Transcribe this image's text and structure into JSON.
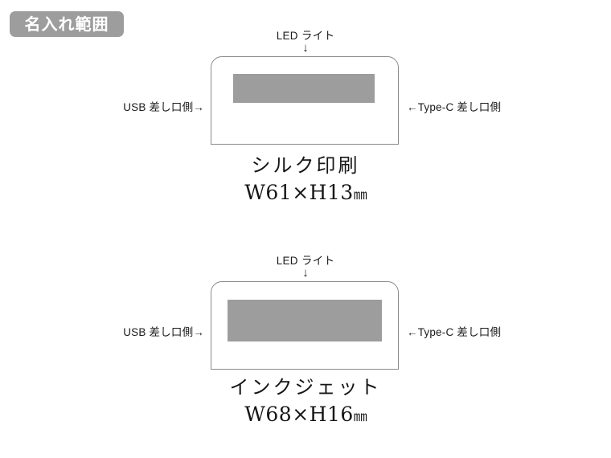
{
  "badge": {
    "label": "名入れ範囲"
  },
  "colors": {
    "imprint_gray": "#9d9d9d",
    "badge_gray": "#9d9d9d",
    "outline": "#8a8a8a",
    "text": "#1b1b1b",
    "background": "#ffffff"
  },
  "diagrams": [
    {
      "top_label": "LED ライト",
      "top_arrow": "↓",
      "left_label": "USB 差し口側→",
      "right_label": "←Type-C 差し口側",
      "caption_title": "シルク印刷",
      "caption_size_text": "W61×H13",
      "caption_size_unit": "㎜",
      "width_mm": 61,
      "height_mm": 13
    },
    {
      "top_label": "LED ライト",
      "top_arrow": "↓",
      "left_label": "USB 差し口側→",
      "right_label": "←Type-C 差し口側",
      "caption_title": "インクジェット",
      "caption_size_text": "W68×H16",
      "caption_size_unit": "㎜",
      "width_mm": 68,
      "height_mm": 16
    }
  ]
}
